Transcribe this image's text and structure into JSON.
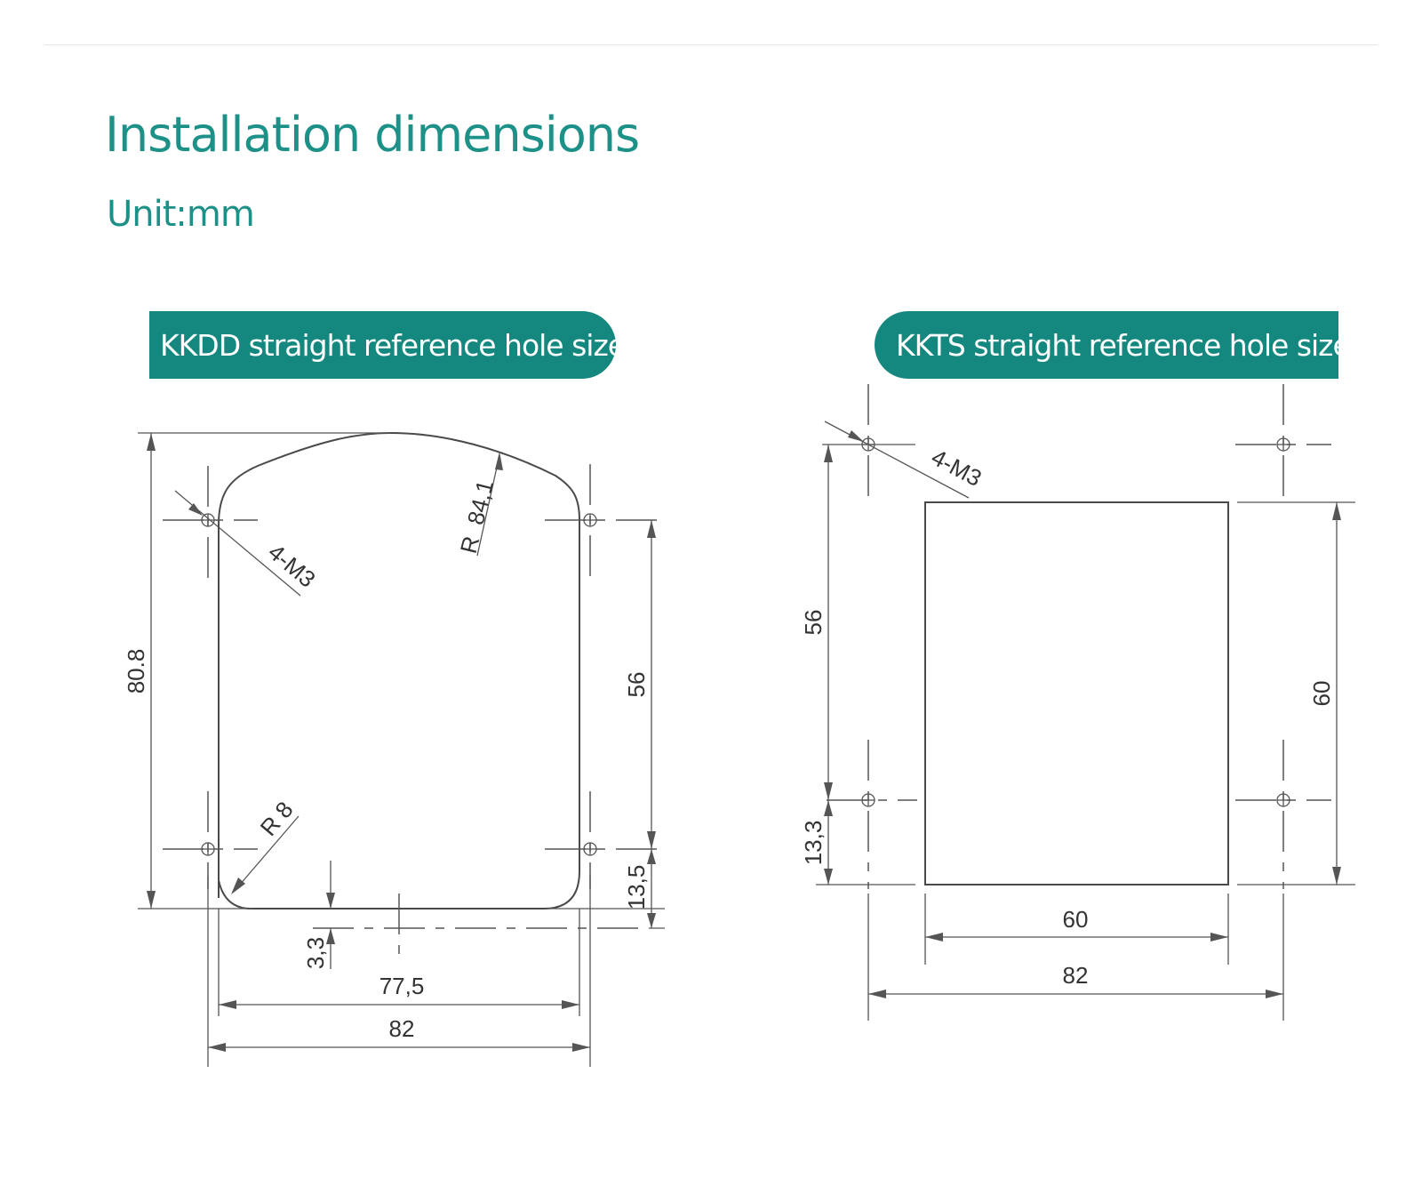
{
  "header": {
    "title": "Installation dimensions",
    "unit": "Unit:mm"
  },
  "left_panel": {
    "banner": "KKDD straight reference hole size",
    "labels": {
      "height_total": "80.8",
      "height_holes": "56",
      "hole_spec": "4-M3",
      "top_radius": "R  84,1",
      "corner_radius": "R 8",
      "bottom_offset": "13,5",
      "bottom_gap": "3,3",
      "inner_width": "77,5",
      "outer_width": "82"
    }
  },
  "right_panel": {
    "banner": "KKTS straight reference hole size",
    "labels": {
      "hole_spec": "4-M3",
      "height_holes": "56",
      "hole_offset": "13,3",
      "cutout_height": "60",
      "cutout_width": "60",
      "outer_width": "82"
    }
  },
  "colors": {
    "accent": "#14887f",
    "title": "#1d9088",
    "line": "#4a4a4a"
  }
}
